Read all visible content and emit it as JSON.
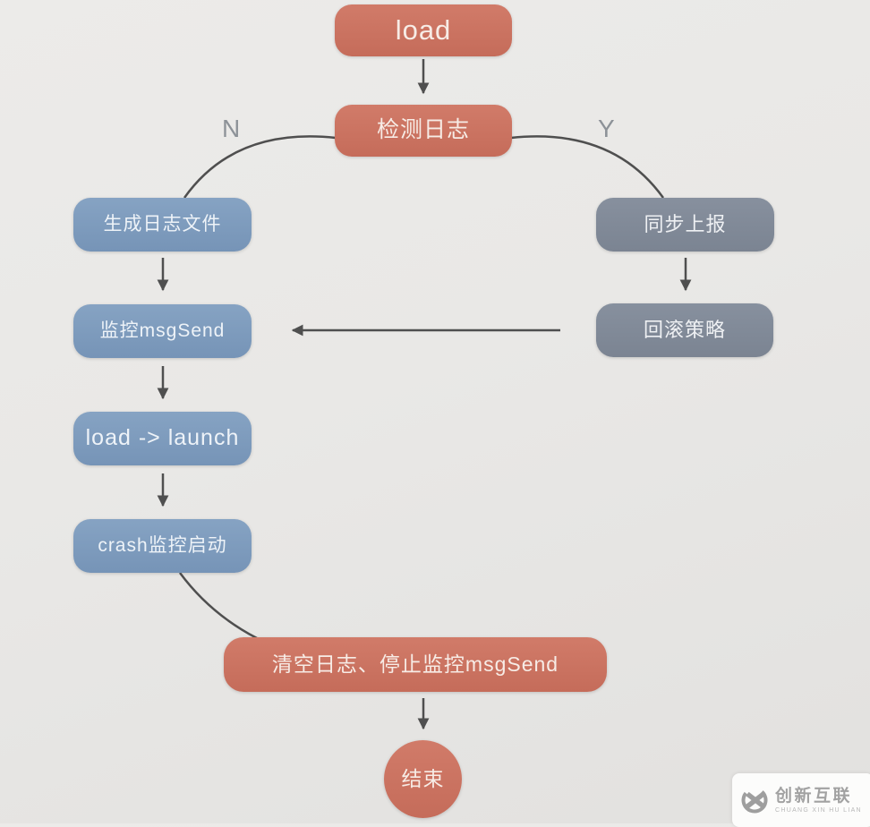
{
  "diagram": {
    "nodes": {
      "load": "load",
      "check_log": "检测日志",
      "gen_log_file": "生成日志文件",
      "sync_report": "同步上报",
      "monitor_msgsend": "监控msgSend",
      "rollback_policy": "回滚策略",
      "load_launch": "load -> launch",
      "crash_monitor_start": "crash监控启动",
      "clear_log_stop_monitor": "清空日志、停止监控msgSend",
      "end": "结束"
    },
    "edge_labels": {
      "no_branch": "N",
      "yes_branch": "Y"
    },
    "colors": {
      "salmon_node": "#c96f5e",
      "blue_node": "#7e9cbd",
      "gray_node": "#828b99",
      "connector": "#4f4f4f",
      "edge_label_text": "#8d9298",
      "background": "#e8e7e4"
    }
  },
  "watermark": {
    "brand_cn": "创新互联",
    "brand_en": "CHUANG XIN HU LIAN"
  }
}
